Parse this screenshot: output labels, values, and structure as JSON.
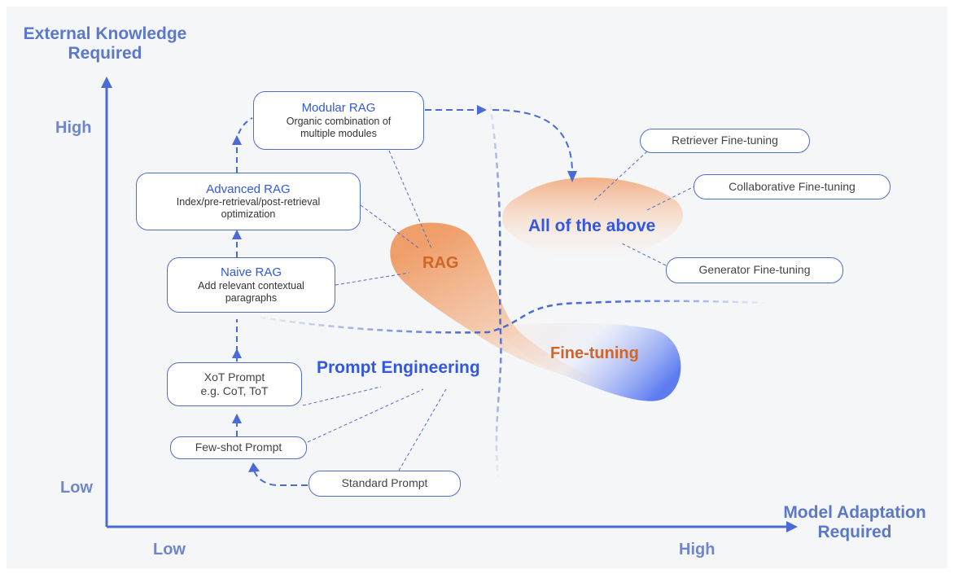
{
  "axes": {
    "y_title": "External Knowledge\nRequired",
    "x_title": "Model Adaptation\nRequired",
    "y_high": "High",
    "y_low": "Low",
    "x_low": "Low",
    "x_high": "High"
  },
  "stages": {
    "modular": {
      "title": "Modular RAG",
      "desc": "Organic combination of\nmultiple modules"
    },
    "advanced": {
      "title": "Advanced RAG",
      "desc": "Index/pre-retrieval/post-retrieval\noptimization"
    },
    "naive": {
      "title": "Naive RAG",
      "desc": "Add relevant contextual\nparagraphs"
    },
    "xot": {
      "label": "XoT Prompt\ne.g. CoT, ToT"
    },
    "fewshot": {
      "label": "Few-shot Prompt"
    },
    "standard": {
      "label": "Standard Prompt"
    }
  },
  "finetuning_boxes": {
    "retriever": "Retriever Fine-tuning",
    "collaborative": "Collaborative Fine-tuning",
    "generator": "Generator Fine-tuning"
  },
  "zones": {
    "rag": "RAG",
    "all": "All of the above",
    "finetuning": "Fine-tuning",
    "prompt": "Prompt Engineering"
  },
  "colors": {
    "axis": "#4a6bd6",
    "box_border": "#4f6fc7",
    "blue_text": "#3358e0",
    "orange_text": "#d0652a",
    "orange_blob": "#ef9a63",
    "blue_blob": "#6a86f0"
  }
}
